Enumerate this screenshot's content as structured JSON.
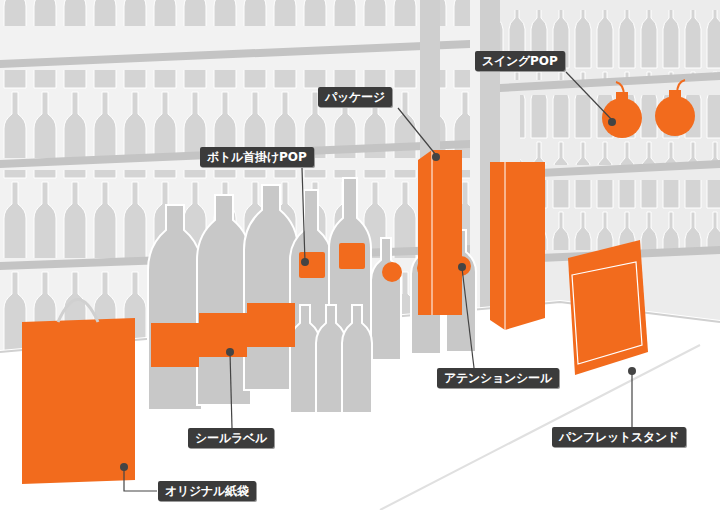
{
  "diagram": {
    "nodes": [
      {
        "text": [
          "スイングPOP"
        ]
      },
      {
        "text": [
          "パッケージ"
        ]
      },
      {
        "text": [
          "ボトル首掛けPOP"
        ]
      },
      {
        "text": [
          "アテンションシール"
        ]
      },
      {
        "text": [
          "シールラベル"
        ]
      },
      {
        "text": [
          "パンフレットスタンド"
        ]
      },
      {
        "text": [
          "オリジナル紙袋"
        ]
      }
    ]
  }
}
